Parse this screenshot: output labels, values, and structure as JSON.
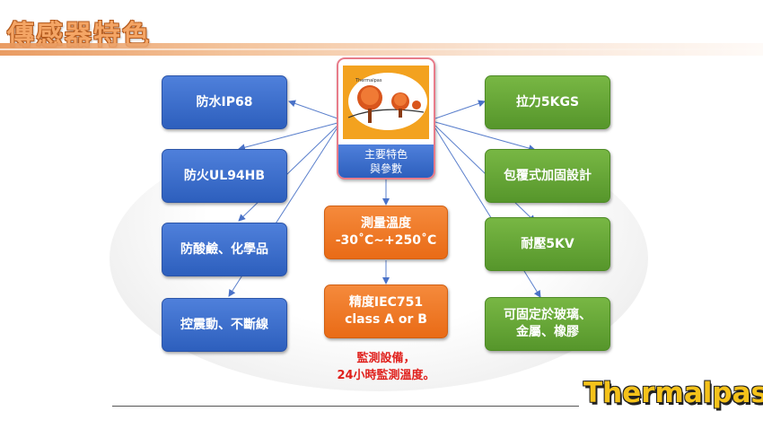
{
  "title": "傳感器特色",
  "center": {
    "label": "主要特色\n與參數",
    "photo_caption": "Thermalpas"
  },
  "left_boxes": [
    "防水IP68",
    "防火UL94HB",
    "防酸鹼、化學品",
    "控震動、不斷線"
  ],
  "right_boxes": [
    "拉力5KGS",
    "包覆式加固設計",
    "耐壓5KV",
    "可固定於玻璃、\n金屬、橡膠"
  ],
  "middle_boxes": [
    "測量溫度\n-30˚C~+250˚C",
    "精度IEC751\nclass A or B"
  ],
  "note": "監測設備，\n24小時監測溫度。",
  "brand": "Thermalpas",
  "colors": {
    "blue": "#3a6bcc",
    "green": "#66a635",
    "orange": "#f07a2a",
    "title": "#f4a565",
    "note": "#e0201c",
    "brand": "#f5c21a"
  }
}
